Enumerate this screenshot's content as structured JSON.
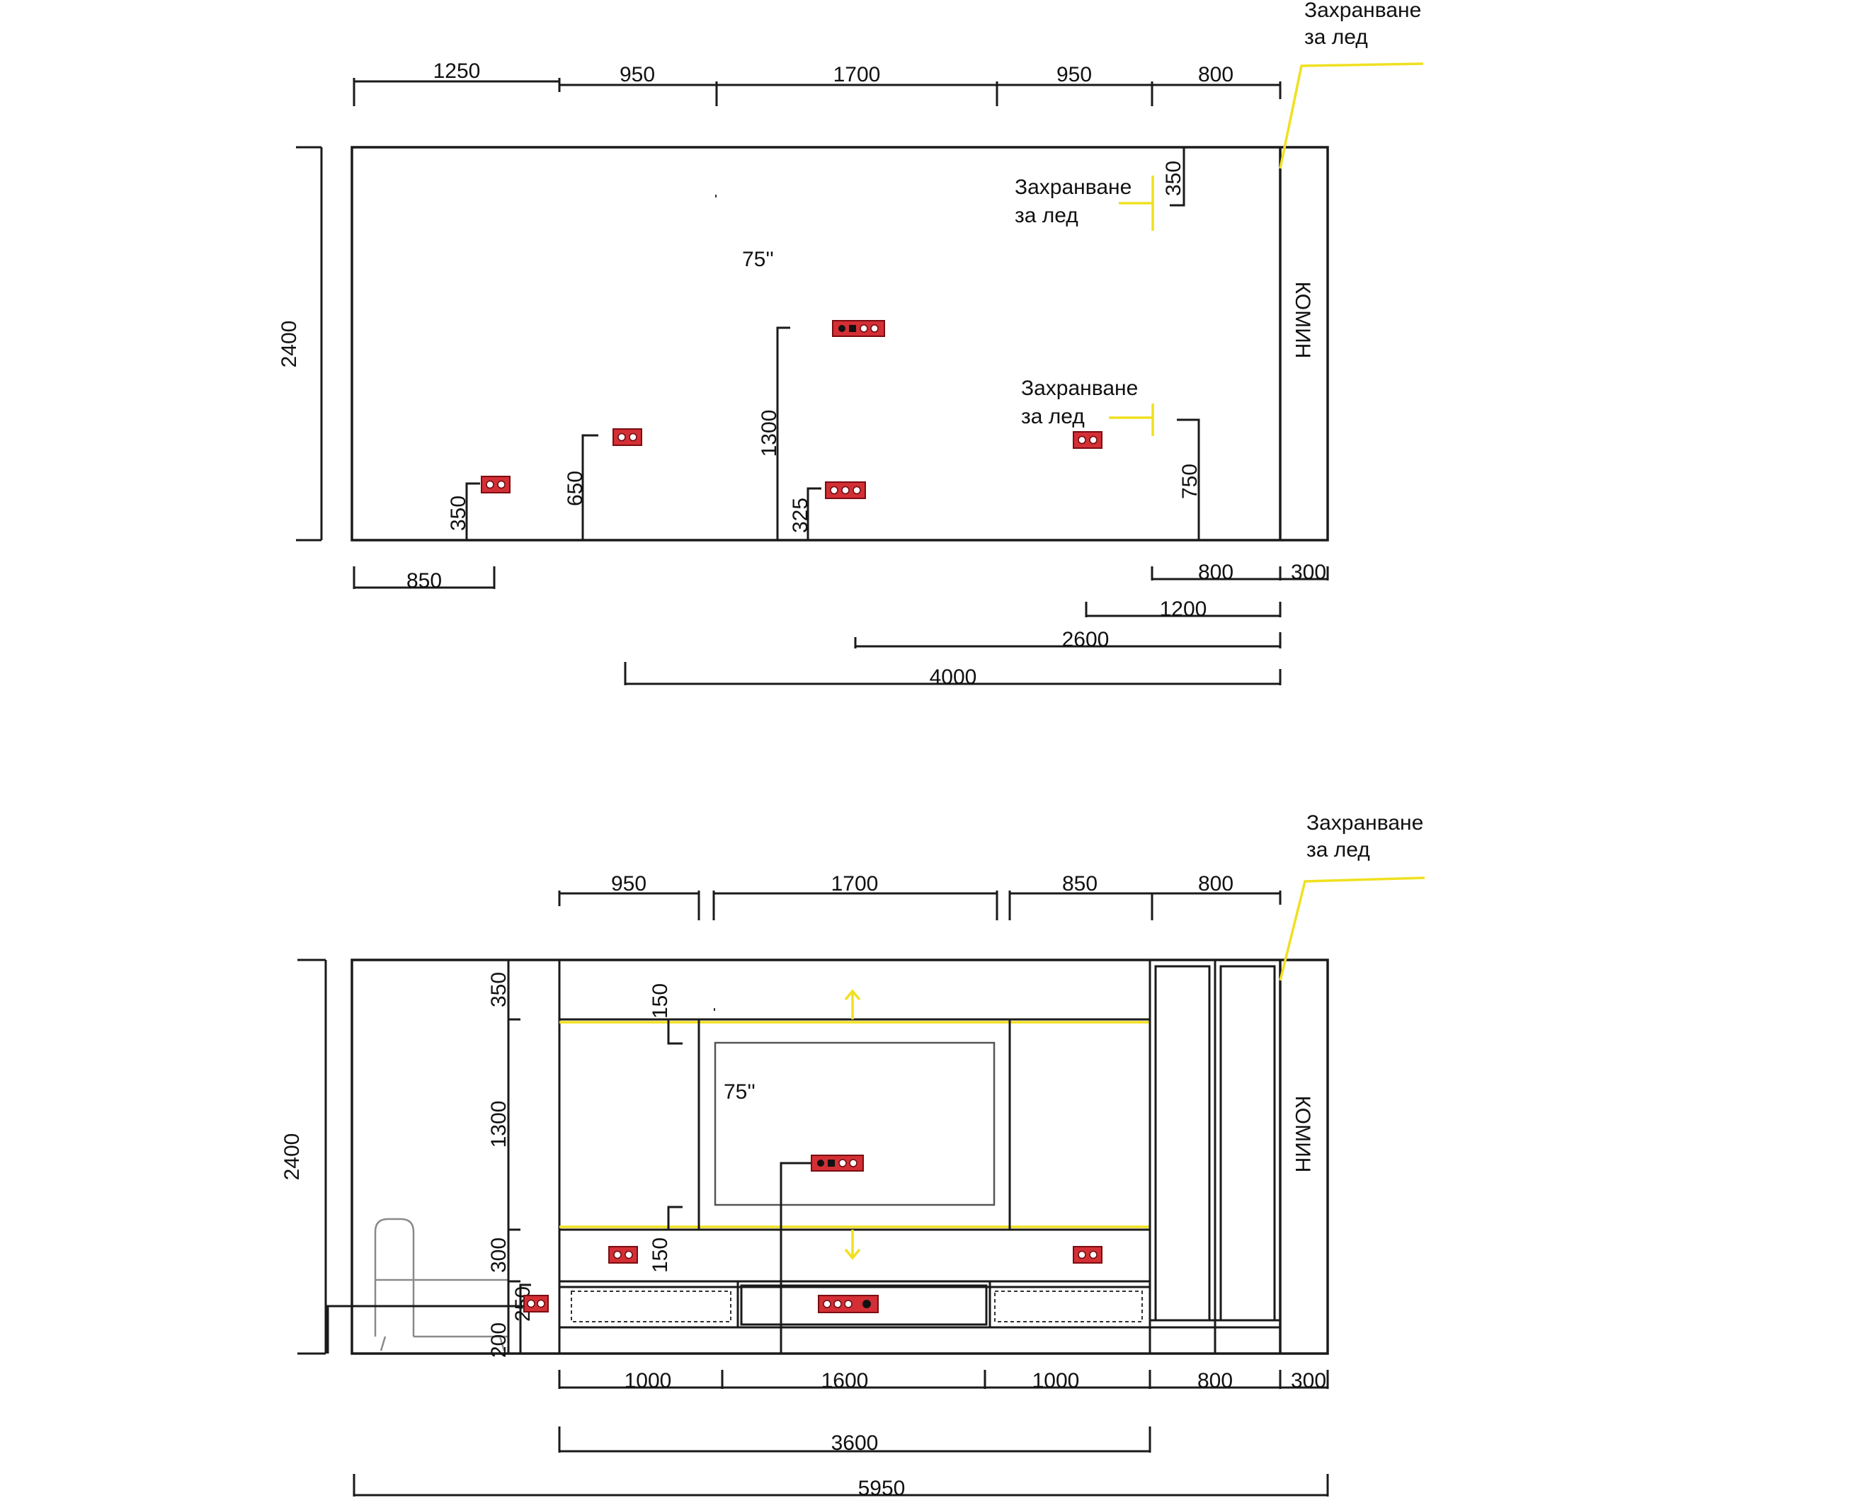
{
  "elevation_top": {
    "top_dims": [
      "1250",
      "950",
      "1700",
      "950",
      "800"
    ],
    "height_dim": "2400",
    "tv_label": "75''",
    "fireplace_label": "КОМИН",
    "led_note_1": [
      "Захранване",
      "за лед"
    ],
    "led_note_2": [
      "Захранване",
      "за лед"
    ],
    "led_note_3": [
      "Захранване",
      "за лед"
    ],
    "vertical_dims": [
      "350",
      "350",
      "650",
      "1300",
      "325",
      "750"
    ],
    "bottom_dims": [
      "850",
      "800",
      "300",
      "1200",
      "2600",
      "4000"
    ]
  },
  "elevation_bottom": {
    "top_dims": [
      "950",
      "1700",
      "850",
      "800"
    ],
    "height_dim": "2400",
    "tv_label": "75''",
    "fireplace_label": "КОМИН",
    "led_note": [
      "Захранване",
      "за лед"
    ],
    "left_vertical_dims": [
      "350",
      "1300",
      "300",
      "200"
    ],
    "inner_vertical_dims": [
      "150",
      "150",
      "250"
    ],
    "bottom_dims": [
      "1000",
      "1600",
      "1000",
      "800",
      "300"
    ],
    "total_inner": "3600",
    "total_width": "5950"
  },
  "colors": {
    "socket": "#d32f35",
    "led_line": "#f0e020",
    "outline": "#1a1a1a"
  }
}
